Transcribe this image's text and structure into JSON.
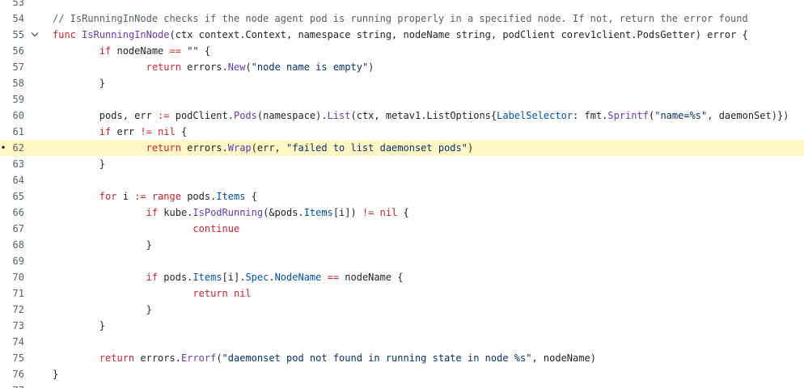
{
  "colors": {
    "comment": "#57606a",
    "keyword": "#cf222e",
    "function": "#6639ba",
    "string": "#0a3069",
    "member": "#0550ae",
    "plain": "#1f2328",
    "line_number": "#57606a",
    "highlight_background": "#fff8c5"
  },
  "icons": {
    "fold": "chevron-down-icon",
    "marker": "breakpoint-dot-icon"
  },
  "lines": [
    {
      "number": "53",
      "tokens": []
    },
    {
      "number": "54",
      "tokens": [
        {
          "t": "comment",
          "v": "// IsRunningInNode checks if the node agent pod is running properly in a specified node. If not, return the error found"
        }
      ]
    },
    {
      "number": "55",
      "fold": true,
      "tokens": [
        {
          "t": "keyword",
          "v": "func"
        },
        {
          "t": "plain",
          "v": " "
        },
        {
          "t": "func",
          "v": "IsRunningInNode"
        },
        {
          "t": "plain",
          "v": "(ctx context.Context, namespace string, nodeName string, podClient corev1client.PodsGetter) error {"
        }
      ]
    },
    {
      "number": "56",
      "tokens": [
        {
          "t": "plain",
          "v": "        "
        },
        {
          "t": "keyword",
          "v": "if"
        },
        {
          "t": "plain",
          "v": " nodeName "
        },
        {
          "t": "keyword",
          "v": "=="
        },
        {
          "t": "plain",
          "v": " "
        },
        {
          "t": "string",
          "v": "\"\""
        },
        {
          "t": "plain",
          "v": " {"
        }
      ]
    },
    {
      "number": "57",
      "tokens": [
        {
          "t": "plain",
          "v": "                "
        },
        {
          "t": "keyword",
          "v": "return"
        },
        {
          "t": "plain",
          "v": " errors."
        },
        {
          "t": "func",
          "v": "New"
        },
        {
          "t": "plain",
          "v": "("
        },
        {
          "t": "string",
          "v": "\"node name is empty\""
        },
        {
          "t": "plain",
          "v": ")"
        }
      ]
    },
    {
      "number": "58",
      "tokens": [
        {
          "t": "plain",
          "v": "        }"
        }
      ]
    },
    {
      "number": "59",
      "tokens": []
    },
    {
      "number": "60",
      "tokens": [
        {
          "t": "plain",
          "v": "        pods, err "
        },
        {
          "t": "keyword",
          "v": ":="
        },
        {
          "t": "plain",
          "v": " podClient."
        },
        {
          "t": "func",
          "v": "Pods"
        },
        {
          "t": "plain",
          "v": "(namespace)."
        },
        {
          "t": "func",
          "v": "List"
        },
        {
          "t": "plain",
          "v": "(ctx, metav1.ListOptions{"
        },
        {
          "t": "member",
          "v": "LabelSelector"
        },
        {
          "t": "plain",
          "v": ": fmt."
        },
        {
          "t": "func",
          "v": "Sprintf"
        },
        {
          "t": "plain",
          "v": "("
        },
        {
          "t": "string",
          "v": "\"name=%s\""
        },
        {
          "t": "plain",
          "v": ", daemonSet)})"
        }
      ]
    },
    {
      "number": "61",
      "tokens": [
        {
          "t": "plain",
          "v": "        "
        },
        {
          "t": "keyword",
          "v": "if"
        },
        {
          "t": "plain",
          "v": " err "
        },
        {
          "t": "keyword",
          "v": "!="
        },
        {
          "t": "plain",
          "v": " "
        },
        {
          "t": "keyword",
          "v": "nil"
        },
        {
          "t": "plain",
          "v": " {"
        }
      ]
    },
    {
      "number": "62",
      "highlighted": true,
      "marker": true,
      "tokens": [
        {
          "t": "plain",
          "v": "                "
        },
        {
          "t": "keyword",
          "v": "return"
        },
        {
          "t": "plain",
          "v": " errors."
        },
        {
          "t": "func",
          "v": "Wrap"
        },
        {
          "t": "plain",
          "v": "(err, "
        },
        {
          "t": "string",
          "v": "\"failed to list daemonset pods\""
        },
        {
          "t": "plain",
          "v": ")"
        }
      ]
    },
    {
      "number": "63",
      "tokens": [
        {
          "t": "plain",
          "v": "        }"
        }
      ]
    },
    {
      "number": "64",
      "tokens": []
    },
    {
      "number": "65",
      "tokens": [
        {
          "t": "plain",
          "v": "        "
        },
        {
          "t": "keyword",
          "v": "for"
        },
        {
          "t": "plain",
          "v": " i "
        },
        {
          "t": "keyword",
          "v": ":="
        },
        {
          "t": "plain",
          "v": " "
        },
        {
          "t": "keyword",
          "v": "range"
        },
        {
          "t": "plain",
          "v": " pods."
        },
        {
          "t": "member",
          "v": "Items"
        },
        {
          "t": "plain",
          "v": " {"
        }
      ]
    },
    {
      "number": "66",
      "tokens": [
        {
          "t": "plain",
          "v": "                "
        },
        {
          "t": "keyword",
          "v": "if"
        },
        {
          "t": "plain",
          "v": " kube."
        },
        {
          "t": "func",
          "v": "IsPodRunning"
        },
        {
          "t": "plain",
          "v": "(&pods."
        },
        {
          "t": "member",
          "v": "Items"
        },
        {
          "t": "plain",
          "v": "[i]) "
        },
        {
          "t": "keyword",
          "v": "!="
        },
        {
          "t": "plain",
          "v": " "
        },
        {
          "t": "keyword",
          "v": "nil"
        },
        {
          "t": "plain",
          "v": " {"
        }
      ]
    },
    {
      "number": "67",
      "tokens": [
        {
          "t": "plain",
          "v": "                        "
        },
        {
          "t": "keyword",
          "v": "continue"
        }
      ]
    },
    {
      "number": "68",
      "tokens": [
        {
          "t": "plain",
          "v": "                }"
        }
      ]
    },
    {
      "number": "69",
      "tokens": []
    },
    {
      "number": "70",
      "tokens": [
        {
          "t": "plain",
          "v": "                "
        },
        {
          "t": "keyword",
          "v": "if"
        },
        {
          "t": "plain",
          "v": " pods."
        },
        {
          "t": "member",
          "v": "Items"
        },
        {
          "t": "plain",
          "v": "[i]."
        },
        {
          "t": "member",
          "v": "Spec"
        },
        {
          "t": "plain",
          "v": "."
        },
        {
          "t": "member",
          "v": "NodeName"
        },
        {
          "t": "plain",
          "v": " "
        },
        {
          "t": "keyword",
          "v": "=="
        },
        {
          "t": "plain",
          "v": " nodeName {"
        }
      ]
    },
    {
      "number": "71",
      "tokens": [
        {
          "t": "plain",
          "v": "                        "
        },
        {
          "t": "keyword",
          "v": "return"
        },
        {
          "t": "plain",
          "v": " "
        },
        {
          "t": "keyword",
          "v": "nil"
        }
      ]
    },
    {
      "number": "72",
      "tokens": [
        {
          "t": "plain",
          "v": "                }"
        }
      ]
    },
    {
      "number": "73",
      "tokens": [
        {
          "t": "plain",
          "v": "        }"
        }
      ]
    },
    {
      "number": "74",
      "tokens": []
    },
    {
      "number": "75",
      "tokens": [
        {
          "t": "plain",
          "v": "        "
        },
        {
          "t": "keyword",
          "v": "return"
        },
        {
          "t": "plain",
          "v": " errors."
        },
        {
          "t": "func",
          "v": "Errorf"
        },
        {
          "t": "plain",
          "v": "("
        },
        {
          "t": "string",
          "v": "\"daemonset pod not found in running state in node %s\""
        },
        {
          "t": "plain",
          "v": ", nodeName)"
        }
      ]
    },
    {
      "number": "76",
      "tokens": [
        {
          "t": "plain",
          "v": "}"
        }
      ]
    },
    {
      "number": "77",
      "tokens": []
    }
  ]
}
